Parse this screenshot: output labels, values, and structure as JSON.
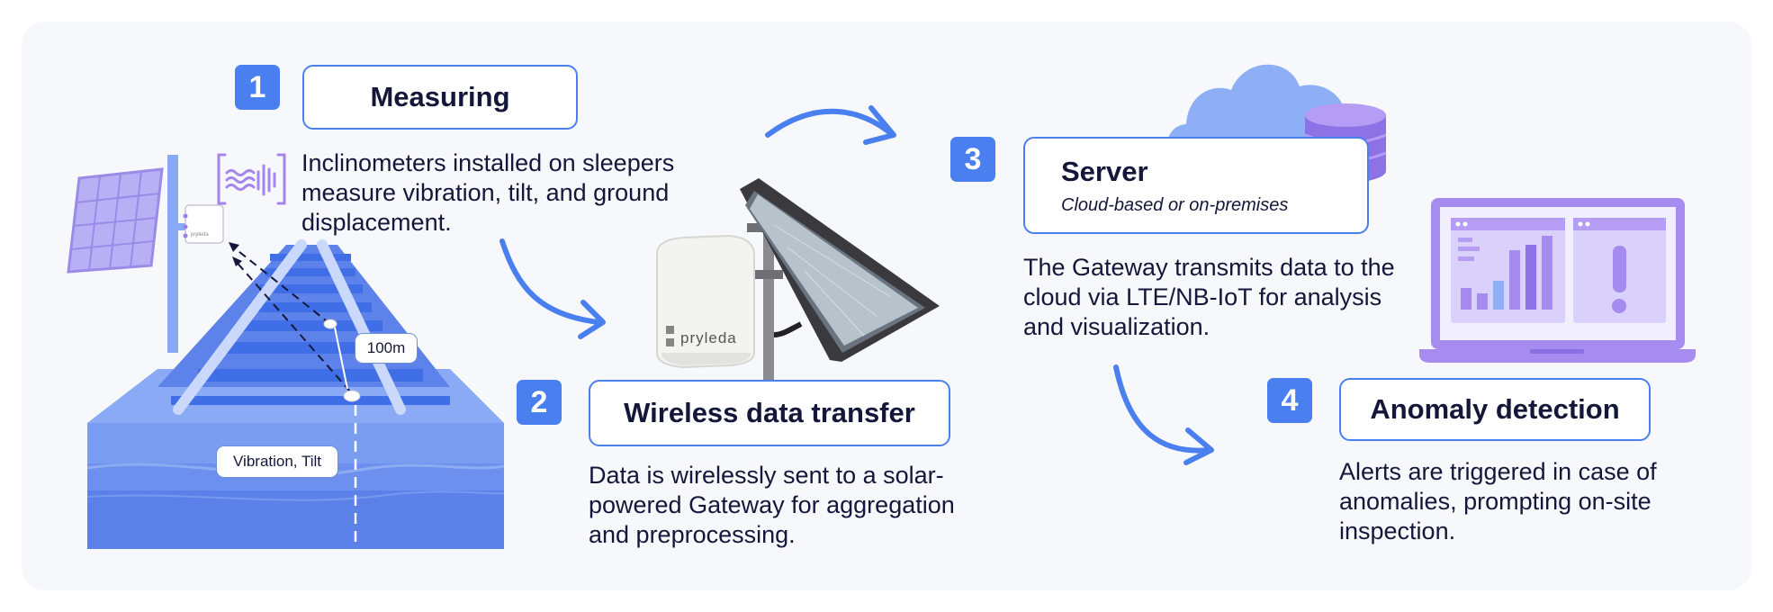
{
  "steps": [
    {
      "number": "1",
      "title": "Measuring",
      "description": "Inclinometers installed on sleepers measure vibration, tilt, and ground displacement."
    },
    {
      "number": "2",
      "title": "Wireless data transfer",
      "description": "Data is wirelessly sent to a solar-powered Gateway for aggregation and preprocessing."
    },
    {
      "number": "3",
      "title": "Server",
      "subtitle": "Cloud-based or on-premises",
      "description": "The Gateway transmits data to the cloud via LTE/NB-IoT for analysis and visualization."
    },
    {
      "number": "4",
      "title": "Anomaly detection",
      "description": "Alerts are triggered in case of anomalies, prompting on-site inspection."
    }
  ],
  "track": {
    "distance_label": "100m",
    "sensor_label": "Vibration, Tilt",
    "sensor_brand": "pryleda"
  },
  "gateway": {
    "brand": "pryleda"
  },
  "colors": {
    "accent": "#4a7fef",
    "purple": "#9b7fe8",
    "cloud": "#8eaef5",
    "panel_bg": "#f7f8fc"
  },
  "icons": [
    "solar-panel-icon",
    "vibration-wave-icon",
    "cloud-icon",
    "database-icon",
    "laptop-icon",
    "bar-chart-icon",
    "exclamation-icon"
  ]
}
